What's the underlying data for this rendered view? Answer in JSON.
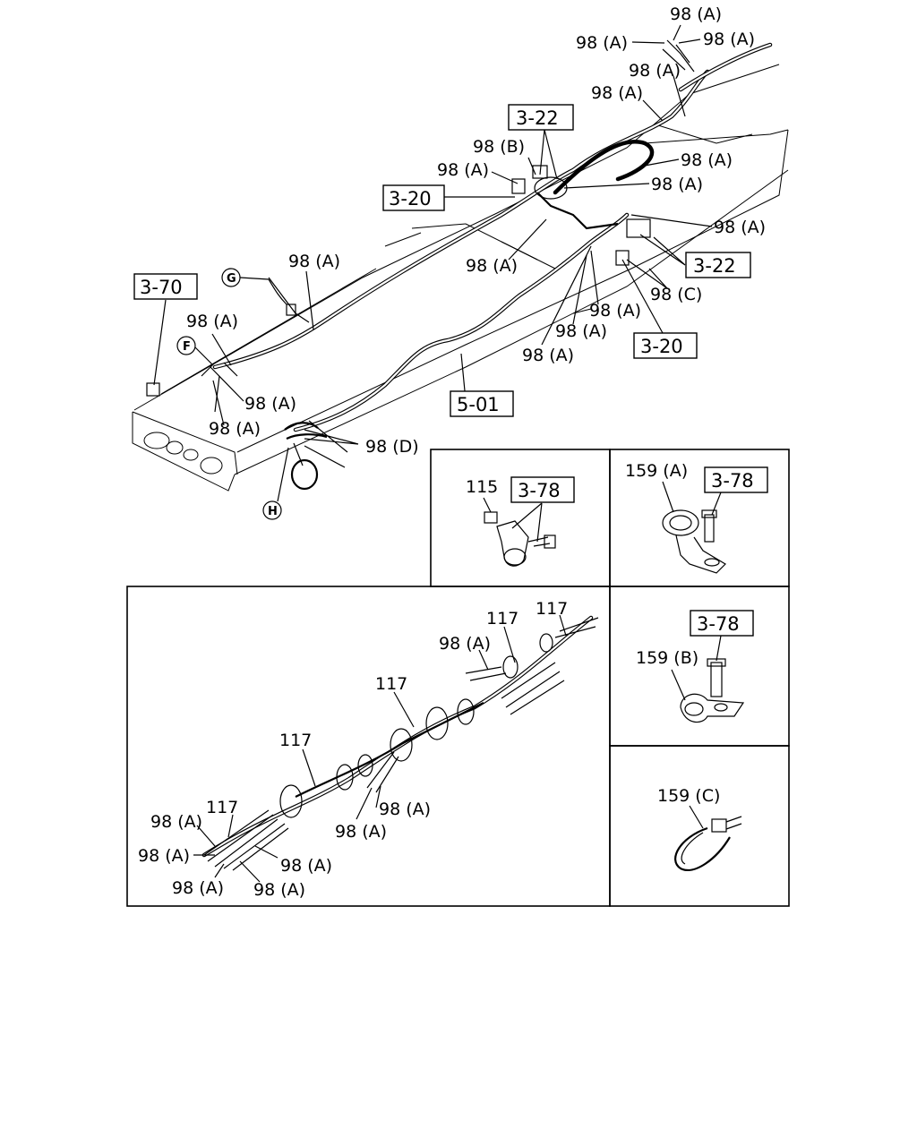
{
  "labels": {
    "a": "98 (A)",
    "b": "98 (B)",
    "c": "98 (C)",
    "d": "98 (D)",
    "p115": "115",
    "p117": "117",
    "p159a": "159 (A)",
    "p159b": "159 (B)",
    "p159c": "159 (C)"
  },
  "refs": {
    "r322": "3-22",
    "r320": "3-20",
    "r370": "3-70",
    "r501": "5-01",
    "r378": "3-78"
  },
  "markers": {
    "f": "F",
    "g": "G",
    "h": "H"
  }
}
